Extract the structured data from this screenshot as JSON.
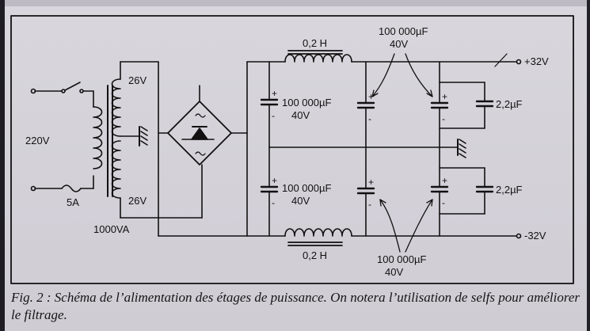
{
  "labels": {
    "mains_voltage": "220V",
    "fuse_rating": "5A",
    "transformer_power": "1000VA",
    "secondary_top": "26V",
    "secondary_bottom": "26V",
    "inductor_top": "0,2 H",
    "inductor_bottom": "0,2 H",
    "cap_main_top_line1": "100 000µF",
    "cap_main_top_line2": "40V",
    "cap_main_bottom_line1": "100 000µF",
    "cap_main_bottom_line2": "40V",
    "cap_callout_top_line1": "100 000µF",
    "cap_callout_top_line2": "40V",
    "cap_callout_bottom_line1": "100 000µF",
    "cap_callout_bottom_line2": "40V",
    "cap_small_top": "2,2µF",
    "cap_small_bottom": "2,2µF",
    "output_positive": "+32V",
    "output_negative": "-32V"
  },
  "caption": "Fig. 2 : Schéma de l’alimentation des étages de puissance. On notera l’utilisation de selfs pour améliorer le filtrage."
}
